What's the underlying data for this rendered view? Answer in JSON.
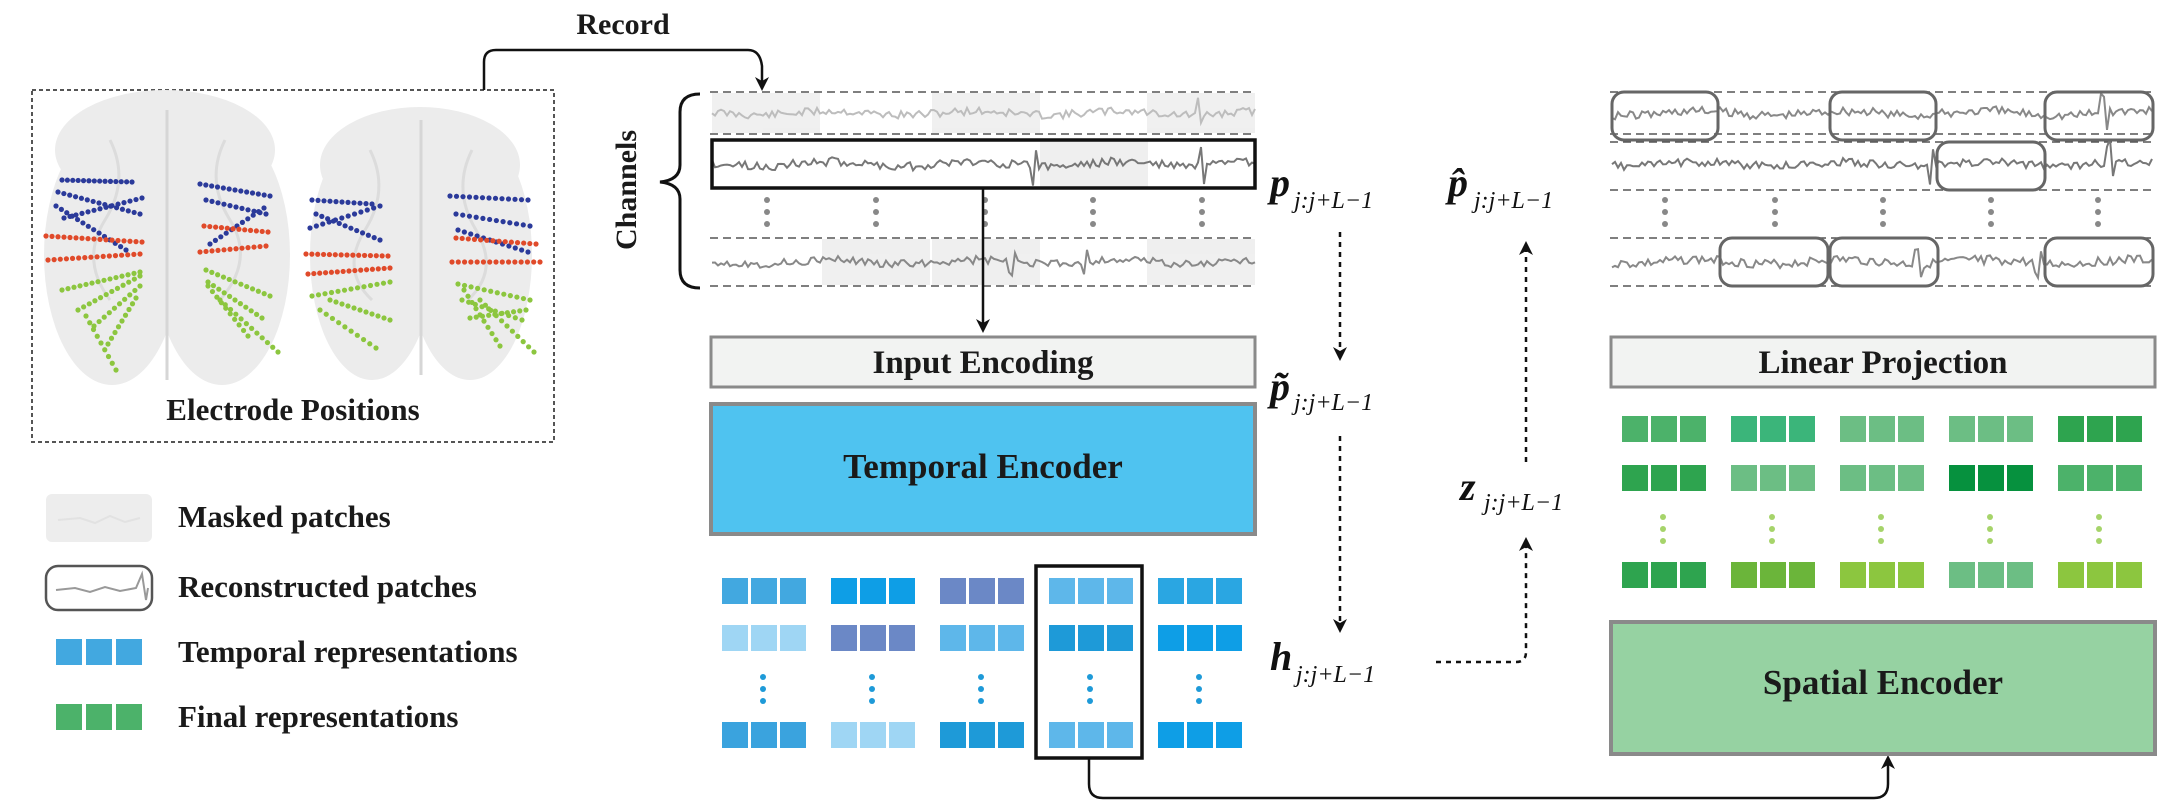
{
  "title_record": "Record",
  "label_channels": "Channels",
  "label_electrode_positions": "Electrode Positions",
  "box_input_encoding": "Input Encoding",
  "box_temporal_encoder": "Temporal Encoder",
  "box_linear_projection": "Linear Projection",
  "box_spatial_encoder": "Spatial Encoder",
  "math": {
    "p": {
      "base": "p",
      "sub": "j:j+L−1"
    },
    "p_tilde": {
      "base": "p̃",
      "sub": "j:j+L−1"
    },
    "h": {
      "base": "h",
      "sub": "j:j+L−1"
    },
    "z": {
      "base": "z",
      "sub": "j:j+L−1"
    },
    "p_hat": {
      "base": "p̂",
      "sub": "j:j+L−1"
    }
  },
  "legend": [
    {
      "label": "Masked patches",
      "icon": "masked-patch-icon"
    },
    {
      "label": "Reconstructed patches",
      "icon": "reconstructed-patch-icon"
    },
    {
      "label": "Temporal representations",
      "icon": "temporal-rep-icon"
    },
    {
      "label": "Final representations",
      "icon": "final-rep-icon"
    }
  ],
  "colors": {
    "temporal_encoder_fill": "#4fc3f0",
    "spatial_encoder_fill": "#96d2a2",
    "box_border": "#8a8a8a",
    "header_fill": "#f2f3f2",
    "temporal_rep": "#42a8e0",
    "final_rep": "#4cb26a",
    "electrode_blue": "#2b3a9a",
    "electrode_red": "#e04a2a",
    "electrode_green": "#8cc63f"
  }
}
